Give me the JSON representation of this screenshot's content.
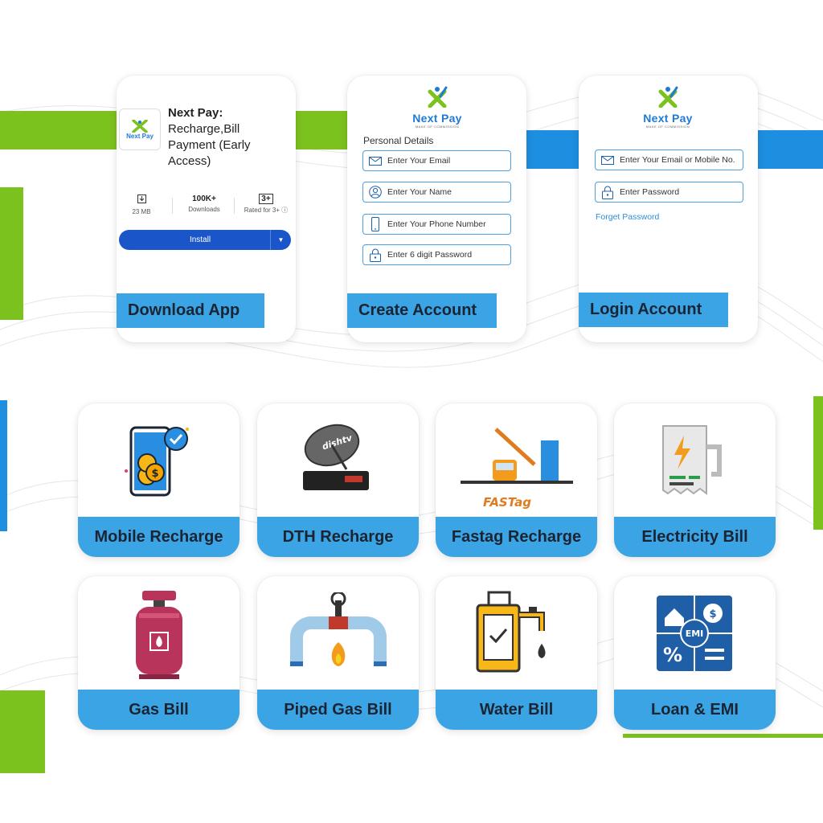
{
  "app_store": {
    "app_name": "Next Pay:",
    "app_subtitle": "Recharge,Bill Payment (Early Access)",
    "icon_brand": "Next Pay",
    "size_label": "23 MB",
    "downloads_value": "100K+",
    "downloads_label": "Downloads",
    "rating_value": "3+",
    "rating_label": "Rated for 3+",
    "install_label": "Install",
    "caption": "Download App"
  },
  "create_account": {
    "brand": "Next Pay",
    "tagline": "MAKE OF COMMISSION",
    "section_title": "Personal Details",
    "fields": [
      {
        "placeholder": "Enter Your Email",
        "icon": "mail-icon"
      },
      {
        "placeholder": "Enter Your Name",
        "icon": "user-icon"
      },
      {
        "placeholder": "Enter Your Phone Number",
        "icon": "phone-icon"
      },
      {
        "placeholder": "Enter 6 digit Password",
        "icon": "lock-icon"
      }
    ],
    "caption": "Create Account"
  },
  "login_account": {
    "brand": "Next Pay",
    "tagline": "MAKE OF COMMISSION",
    "fields": [
      {
        "placeholder": "Enter Your Email or Mobile No.",
        "icon": "mail-icon"
      },
      {
        "placeholder": "Enter Password",
        "icon": "lock-icon"
      }
    ],
    "forgot_label": "Forget Password",
    "caption": "Login Account"
  },
  "services": [
    {
      "label": "Mobile Recharge",
      "icon": "mobile-coins-icon"
    },
    {
      "label": "DTH Recharge",
      "icon": "dish-tv-icon",
      "icon_text": "dishtv"
    },
    {
      "label": "Fastag Recharge",
      "icon": "toll-gate-icon",
      "icon_text": "FASTag"
    },
    {
      "label": "Electricity Bill",
      "icon": "electricity-receipt-icon"
    },
    {
      "label": "Gas Bill",
      "icon": "gas-cylinder-icon"
    },
    {
      "label": "Piped Gas Bill",
      "icon": "pipe-flame-icon"
    },
    {
      "label": "Water Bill",
      "icon": "water-meter-icon"
    },
    {
      "label": "Loan & EMI",
      "icon": "emi-calculator-icon",
      "icon_text": "EMI"
    }
  ],
  "colors": {
    "accent_blue": "#3ba4e4",
    "accent_green": "#7cc21e",
    "install_blue": "#1a56c9",
    "text_dark": "#1b2433"
  }
}
